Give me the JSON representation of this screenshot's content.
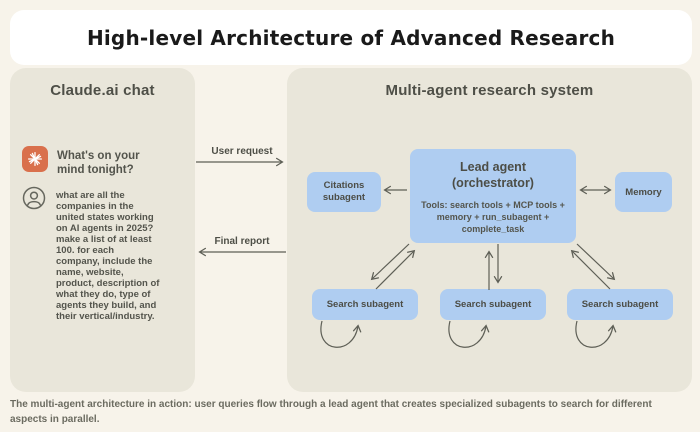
{
  "page": {
    "title": "High-level Architecture of Advanced Research",
    "caption": "The multi-agent architecture in action: user queries flow through a lead agent that creates specialized subagents to search for different aspects in parallel."
  },
  "chat_panel": {
    "title": "Claude.ai chat",
    "assistant_icon": "claude-starburst-icon",
    "assistant_message": "What's on your mind tonight?",
    "user_icon": "user-avatar-icon",
    "user_message": "what are all the companies in the united states working on AI agents in 2025? make a list of at least 100. for each company, include the name, website, product, description of what they do, type of agents they build, and their vertical/industry."
  },
  "connectors": {
    "user_request_label": "User request",
    "final_report_label": "Final report"
  },
  "system_panel": {
    "title": "Multi-agent research system",
    "lead_agent": {
      "title": "Lead agent",
      "subtitle": "(orchestrator)",
      "tools": "Tools: search tools + MCP tools + memory + run_subagent + complete_task"
    },
    "citations_subagent": "Citations subagent",
    "memory": "Memory",
    "search_subagents": [
      "Search subagent",
      "Search subagent",
      "Search subagent"
    ]
  },
  "colors": {
    "background": "#F7F3EA",
    "card": "#FFFFFF",
    "panel": "#E9E6DA",
    "box_blue": "#AFCDF1",
    "accent_orange": "#D9704C",
    "title_text": "#1A1A1A",
    "body_text": "#53544C",
    "arrow": "#5E5F56"
  }
}
